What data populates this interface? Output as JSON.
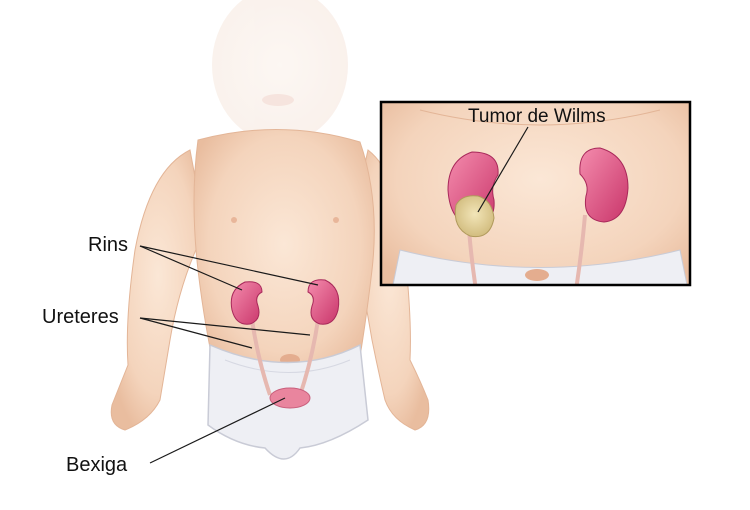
{
  "labels": {
    "kidneys": "Rins",
    "ureters": "Ureteres",
    "bladder": "Bexiga",
    "tumor": "Tumor de Wilms"
  },
  "colors": {
    "skin": "#f6dcc6",
    "skin_shadow": "#e8bfa3",
    "kidney": "#d9507a",
    "kidney_highlight": "#f28fae",
    "tumor": "#e6d49a",
    "diaper": "#eeeff4",
    "inset_border": "#000000",
    "leader_line": "#1a1a1a"
  }
}
